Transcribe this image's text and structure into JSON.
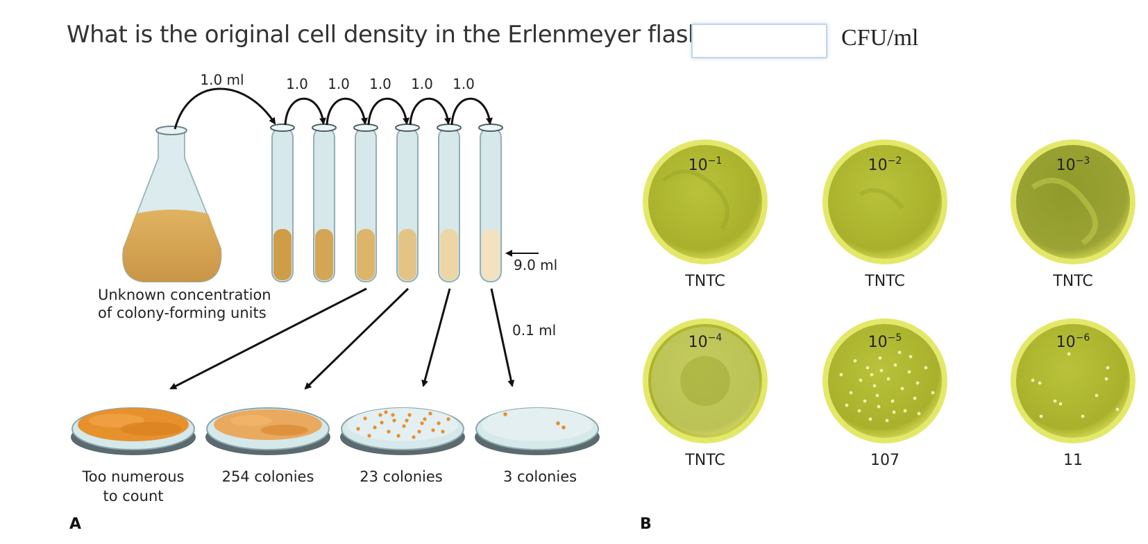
{
  "question": {
    "text": "What is the original cell density in the Erlenmeyer flask?",
    "answer_value": "",
    "unit": "CFU/ml"
  },
  "panel_a": {
    "letter": "A",
    "flask_transfer_label": "1.0 ml",
    "tube_transfer_labels": [
      "1.0",
      "1.0",
      "1.0",
      "1.0",
      "1.0"
    ],
    "tube_volume_label": "9.0 ml",
    "plating_volume_label": "0.1 ml",
    "flask_caption_line1": "Unknown concentration",
    "flask_caption_line2": "of colony-forming units",
    "plates": [
      {
        "line1": "Too numerous",
        "line2": "to count"
      },
      {
        "line1": "254 colonies",
        "line2": ""
      },
      {
        "line1": "23 colonies",
        "line2": ""
      },
      {
        "line1": "3 colonies",
        "line2": ""
      }
    ]
  },
  "panel_b": {
    "letter": "B",
    "plates": [
      {
        "dilution_base": "10",
        "dilution_exp": "−1",
        "result": "TNTC"
      },
      {
        "dilution_base": "10",
        "dilution_exp": "−2",
        "result": "TNTC"
      },
      {
        "dilution_base": "10",
        "dilution_exp": "−3",
        "result": "TNTC"
      },
      {
        "dilution_base": "10",
        "dilution_exp": "−4",
        "result": "TNTC"
      },
      {
        "dilution_base": "10",
        "dilution_exp": "−5",
        "result": "107"
      },
      {
        "dilution_base": "10",
        "dilution_exp": "−6",
        "result": "11"
      }
    ]
  },
  "colors": {
    "culture": "#d4a24c",
    "glass": "#cfe3e6",
    "agar": "#c9cf3a",
    "colony": "#e88d2a"
  }
}
